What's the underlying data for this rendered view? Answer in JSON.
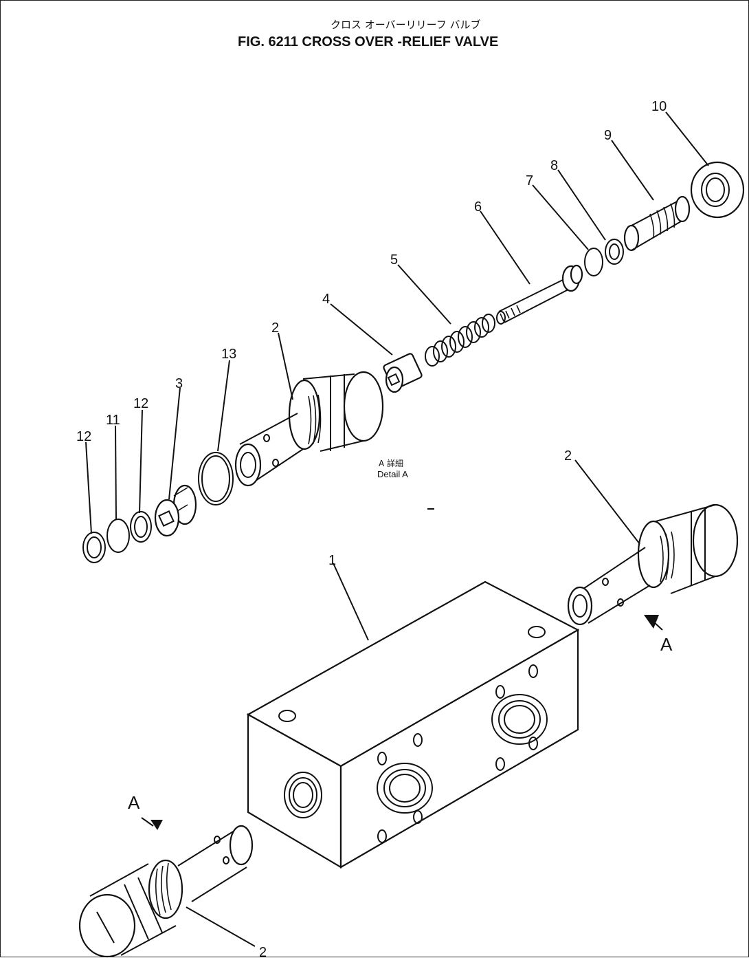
{
  "figure": {
    "title_jp": "クロス オーバーリリーフ バルブ",
    "title": "FIG. 6211   CROSS OVER -RELIEF  VALVE"
  },
  "detail": {
    "label_jp": "A 詳細",
    "label_en": "Detail A"
  },
  "view_markers": [
    "A",
    "A"
  ],
  "callouts": [
    "1",
    "2",
    "2",
    "2",
    "3",
    "4",
    "5",
    "6",
    "7",
    "8",
    "9",
    "10",
    "11",
    "12",
    "12",
    "13"
  ]
}
